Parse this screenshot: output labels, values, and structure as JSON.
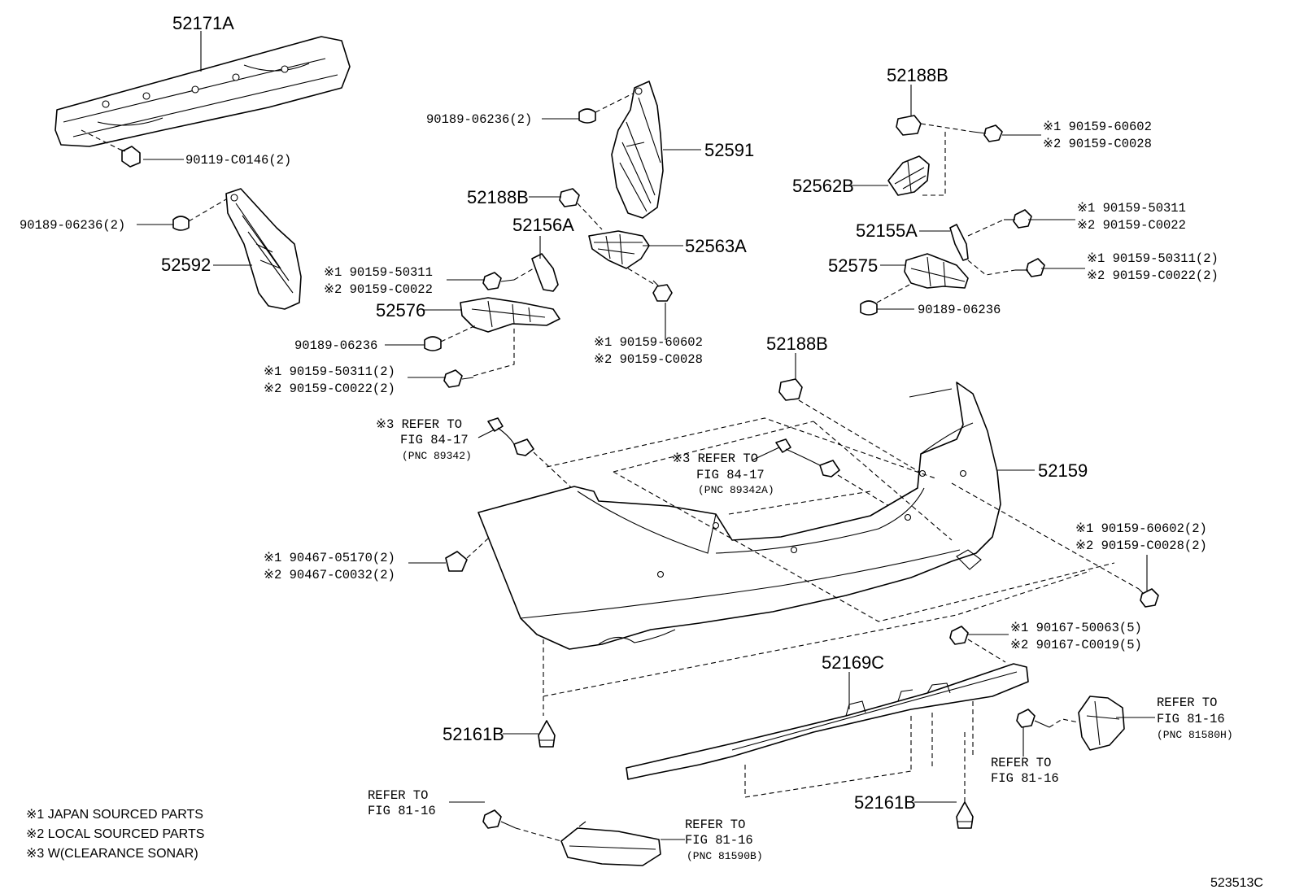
{
  "parts": {
    "p52171A": "52171A",
    "p52591": "52591",
    "p52592": "52592",
    "p52188B_a": "52188B",
    "p52188B_b": "52188B",
    "p52188B_c": "52188B",
    "p52156A": "52156A",
    "p52563A": "52563A",
    "p52576": "52576",
    "p52562B": "52562B",
    "p52155A": "52155A",
    "p52575": "52575",
    "p52159": "52159",
    "p52169C": "52169C",
    "p52161B_a": "52161B",
    "p52161B_b": "52161B"
  },
  "fasteners": {
    "f_90119": "90119-C0146(2)",
    "f_90189_top": "90189-06236(2)",
    "f_90189_left": "90189-06236(2)",
    "f_90189_mid": "90189-06236",
    "f_90189_right": "90189-06236",
    "f_mid_a1": "※1 90159-50311",
    "f_mid_a2": "※2 90159-C0022",
    "f_mid_b1": "※1 90159-50311(2)",
    "f_mid_b2": "※2 90159-C0022(2)",
    "f_ctr_1": "※1 90159-60602",
    "f_ctr_2": "※2 90159-C0028",
    "f_tr_1": "※1 90159-60602",
    "f_tr_2": "※2 90159-C0028",
    "f_r_a1": "※1 90159-50311",
    "f_r_a2": "※2 90159-C0022",
    "f_r_b1": "※1 90159-50311(2)",
    "f_r_b2": "※2 90159-C0022(2)",
    "f_clip_1": "※1 90467-05170(2)",
    "f_clip_2": "※2 90467-C0032(2)",
    "f_rb_1": "※1 90159-60602(2)",
    "f_rb_2": "※2 90159-C0028(2)",
    "f_scr_1": "※1 90167-50063(5)",
    "f_scr_2": "※2 90167-C0019(5)"
  },
  "refs": {
    "sonar_left": [
      "※3 REFER TO",
      "FIG 84-17",
      "(PNC 89342)"
    ],
    "sonar_center": [
      "※3 REFER TO",
      "FIG 84-17",
      "(PNC 89342A)"
    ],
    "lamp_right": [
      "REFER TO",
      "FIG 81-16",
      "(PNC 81580H)"
    ],
    "screw_right": [
      "REFER TO",
      "FIG 81-16"
    ],
    "screw_bottom": [
      "REFER TO",
      "FIG 81-16"
    ],
    "lamp_bottom": [
      "REFER TO",
      "FIG 81-16",
      "(PNC 81590B)"
    ]
  },
  "legend": [
    "※1 JAPAN SOURCED PARTS",
    "※2 LOCAL SOURCED PARTS",
    "※3 W(CLEARANCE SONAR)"
  ],
  "diagram_code": "523513C"
}
